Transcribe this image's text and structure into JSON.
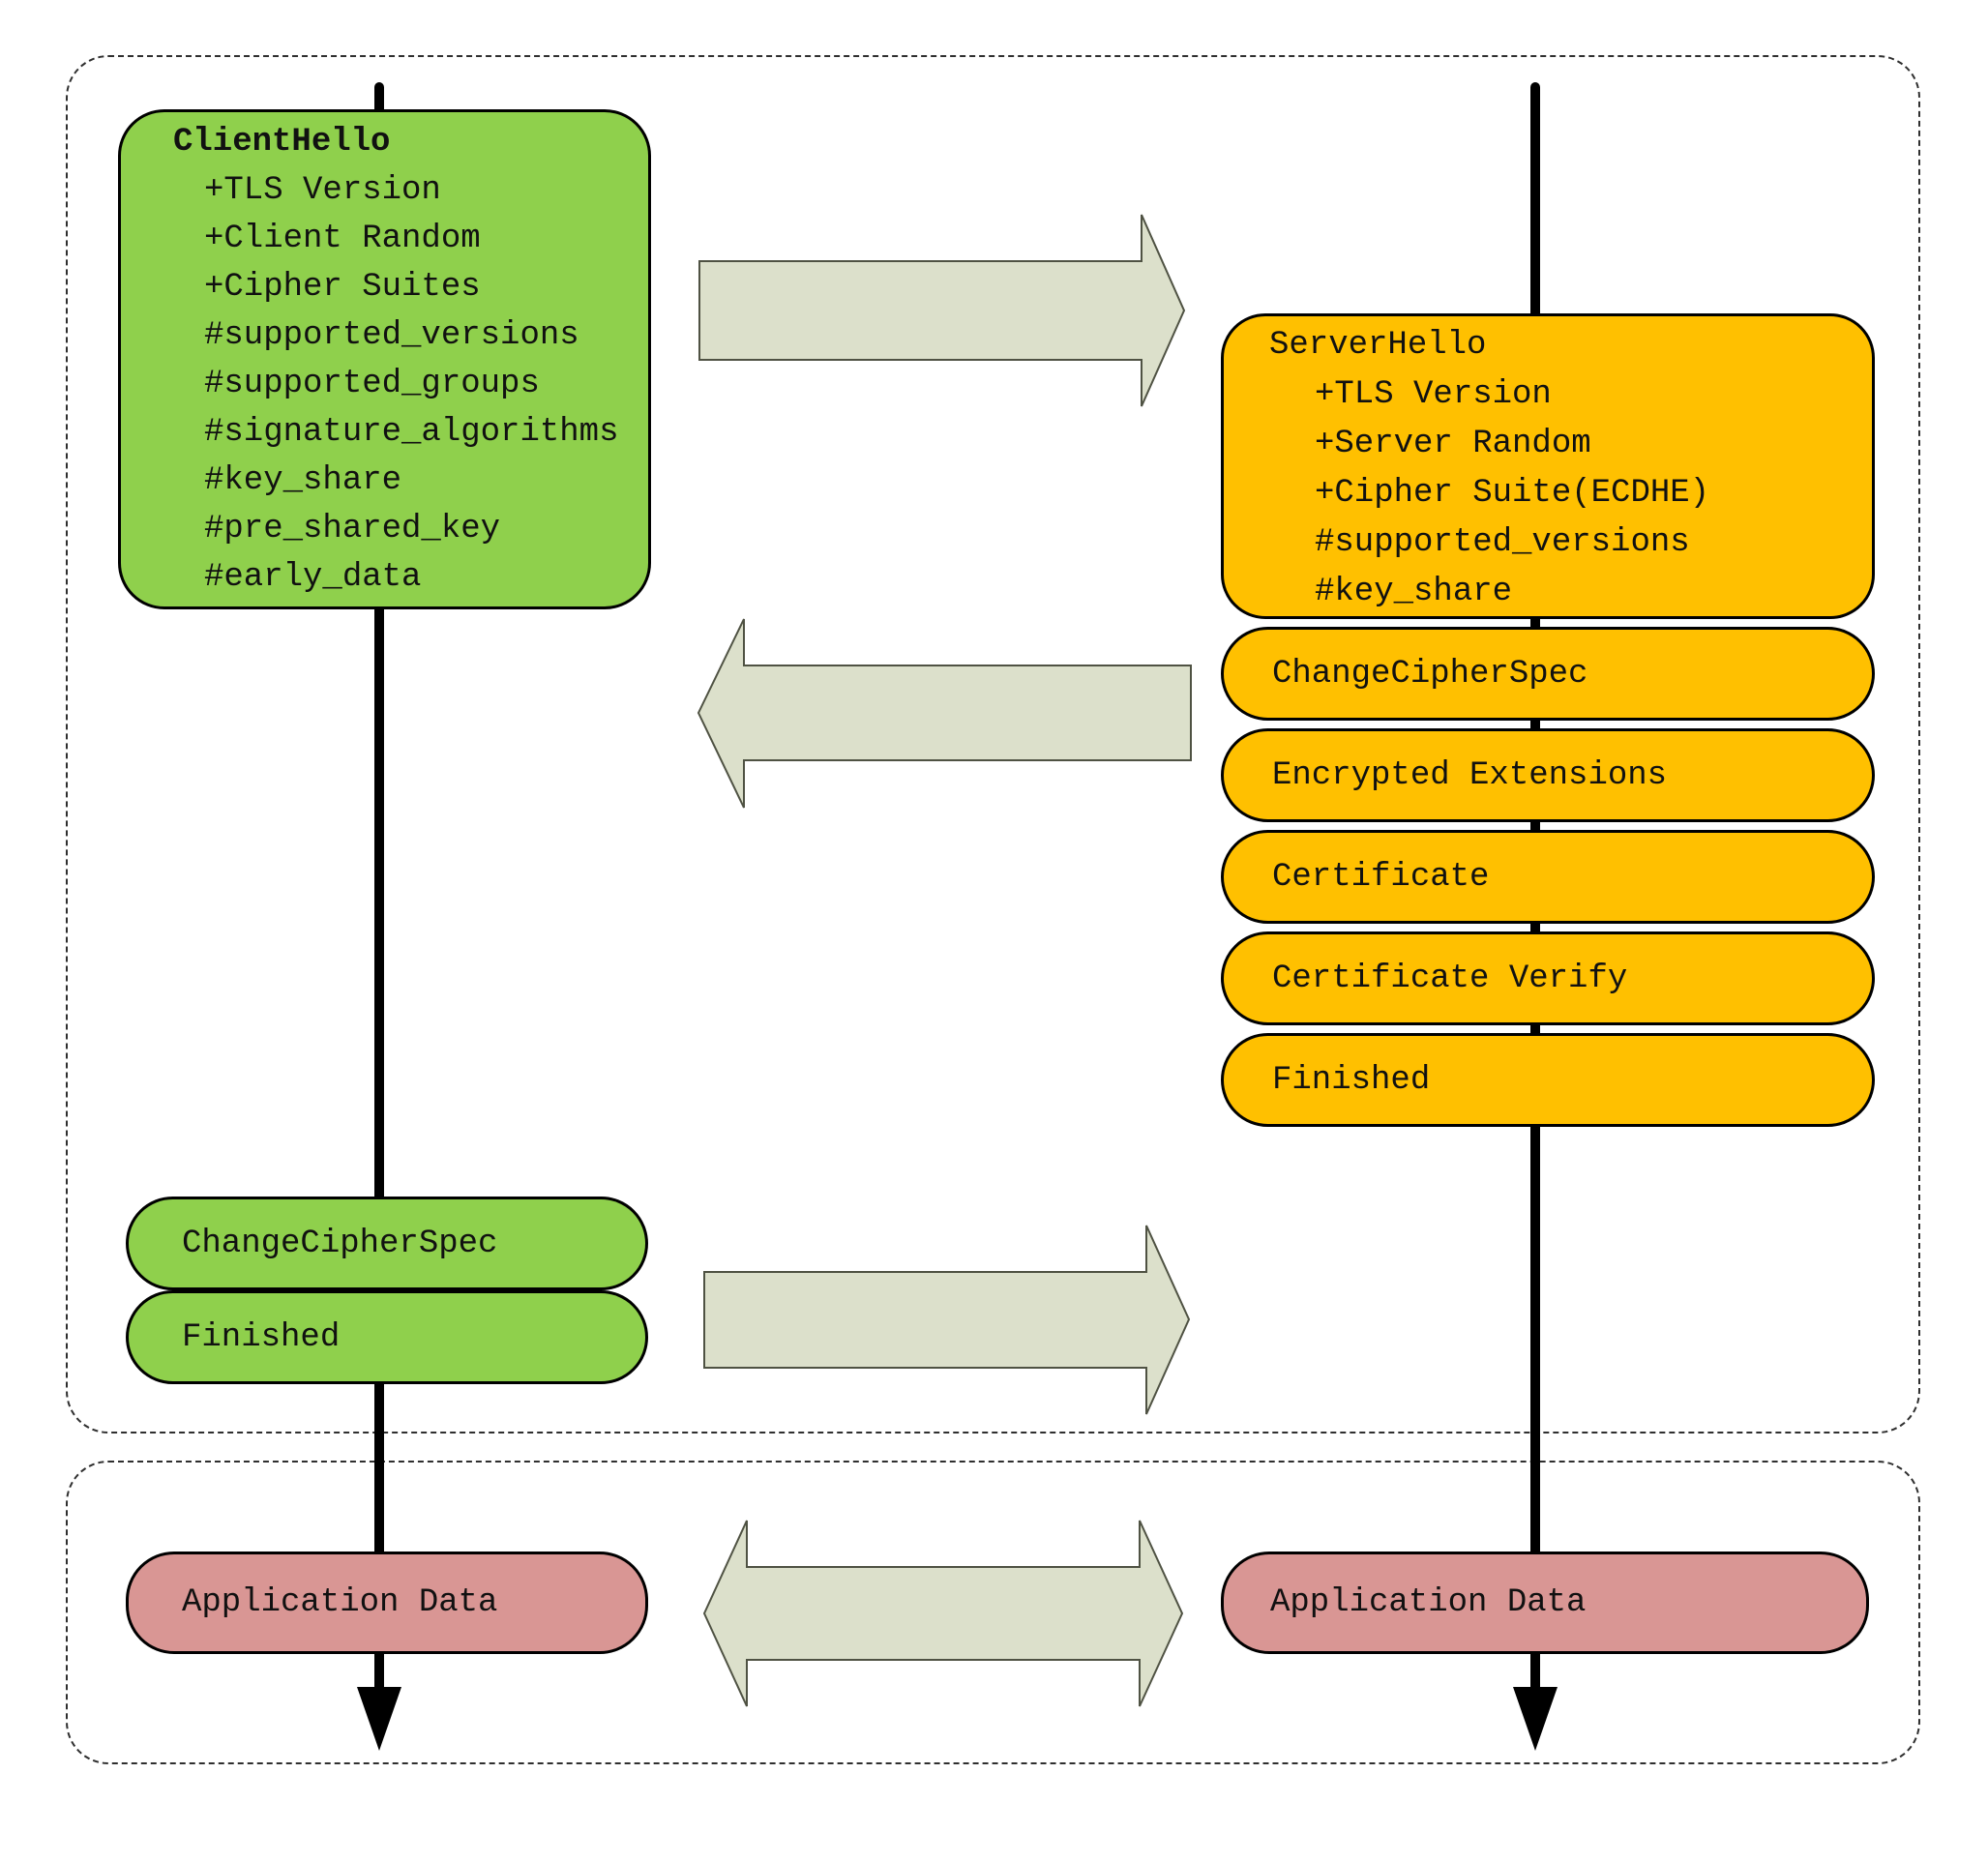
{
  "client": {
    "hello_title": "ClientHello",
    "hello_items": [
      "+TLS Version",
      "+Client Random",
      "+Cipher Suites",
      "#supported_versions",
      "#supported_groups",
      "#signature_algorithms",
      "#key_share",
      "#pre_shared_key",
      "#early_data"
    ],
    "messages": [
      "ChangeCipherSpec",
      "Finished"
    ],
    "app_data": "Application Data"
  },
  "server": {
    "hello_title": "ServerHello",
    "hello_items": [
      "+TLS Version",
      "+Server Random",
      "+Cipher Suite(ECDHE)",
      "#supported_versions",
      "#key_share"
    ],
    "messages": [
      "ChangeCipherSpec",
      "Encrypted Extensions",
      "Certificate",
      "Certificate Verify",
      "Finished"
    ],
    "app_data": "Application Data"
  },
  "colors": {
    "client_box_fill": "#8FD04C",
    "server_box_fill": "#FFC000",
    "app_data_fill": "#D99694",
    "arrow_fill": "#DCE0CB",
    "arrow_stroke": "#4F5243",
    "lifeline": "#000000",
    "phase_border": "#2F2F2F"
  }
}
